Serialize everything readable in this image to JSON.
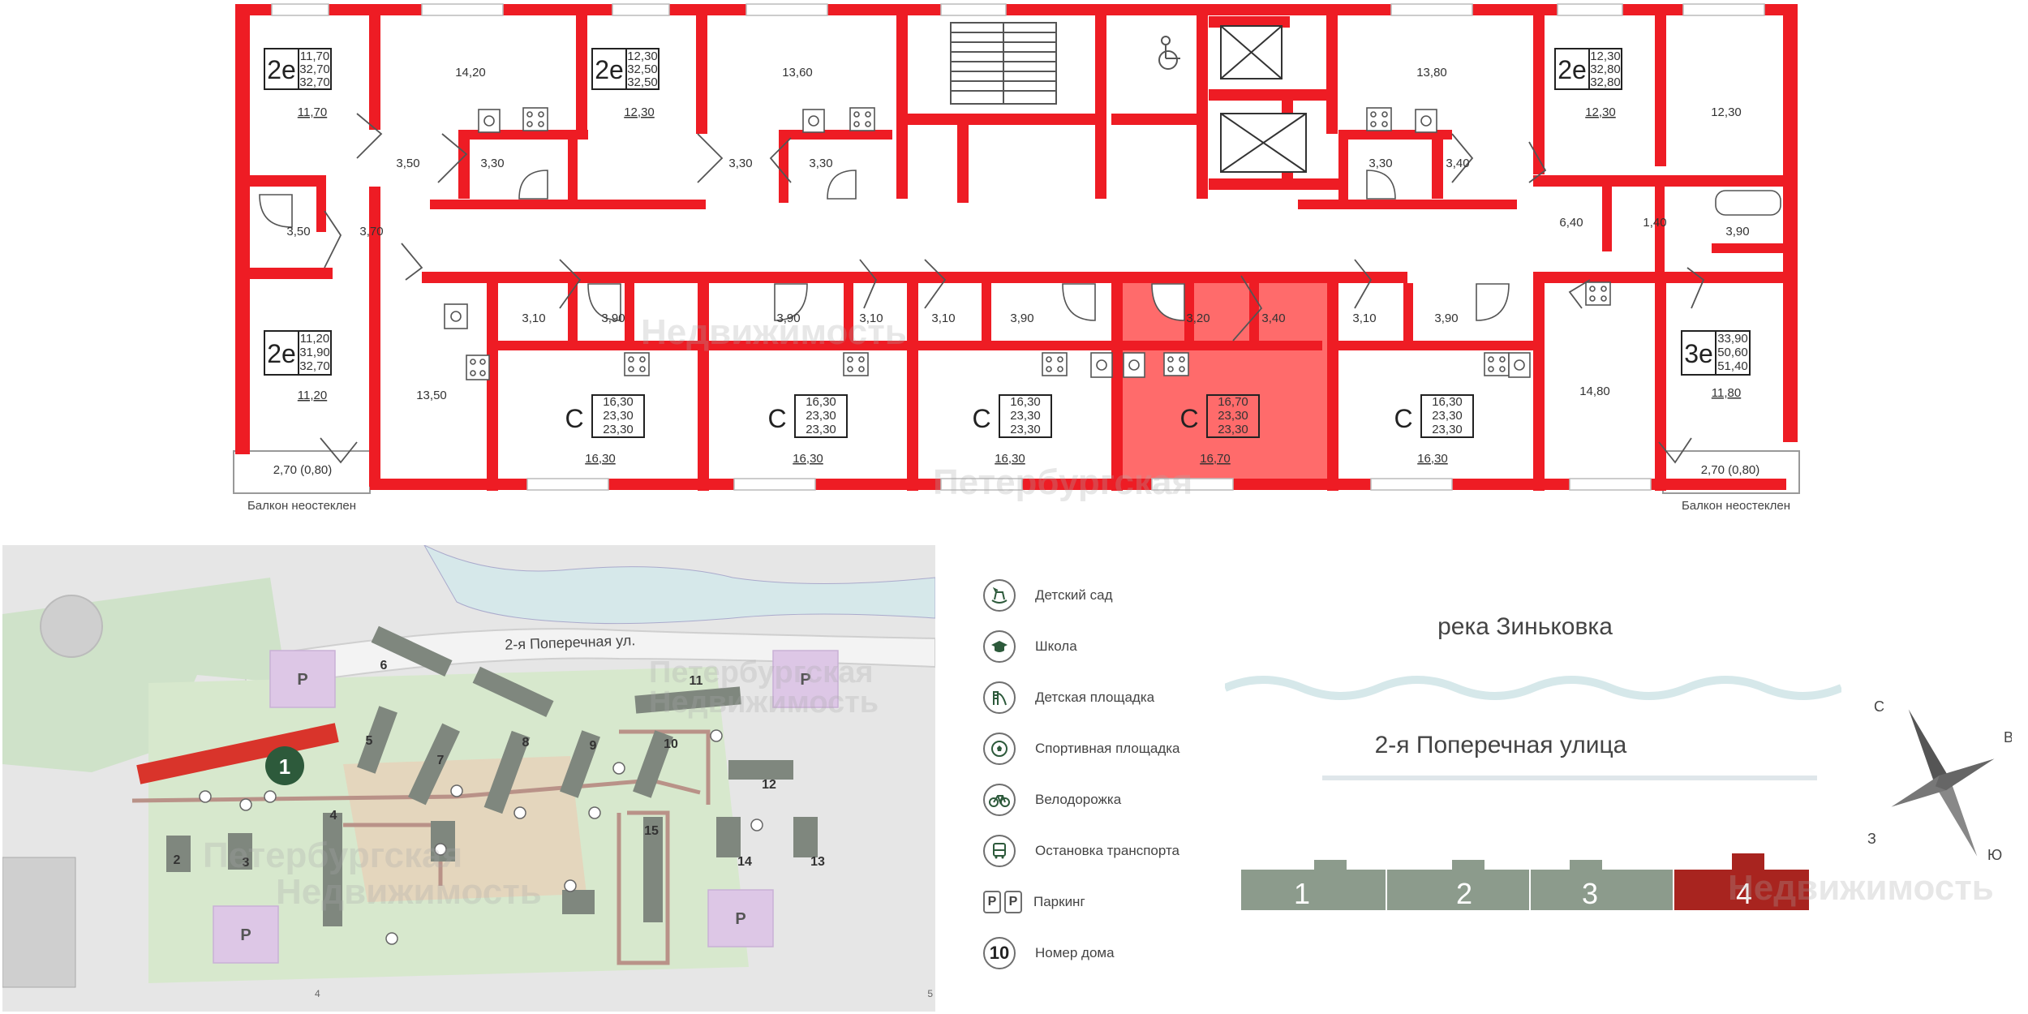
{
  "colors": {
    "wall": "#ee1c24",
    "selected_fill": "#ff6b6b",
    "park_green": "#cfe2c9",
    "building_gray": "#7f877e",
    "selected_section": "#a8241f",
    "section_gray": "#8c9b8c",
    "parking_purple": "#ddc7e6",
    "road_gray": "#e2e2e2",
    "river": "#d6e8ea"
  },
  "floor_plan": {
    "apartments": [
      {
        "type": "2е",
        "areas": [
          "11,70",
          "32,70",
          "32,70"
        ],
        "room_area": "11,70"
      },
      {
        "type": "2е",
        "areas": [
          "12,30",
          "32,50",
          "32,50"
        ],
        "room_area": "12,30"
      },
      {
        "type": "2е",
        "areas": [
          "12,30",
          "32,80",
          "32,80"
        ],
        "room_area": "12,30"
      },
      {
        "type": "2е",
        "areas": [
          "11,20",
          "31,90",
          "32,70"
        ],
        "room_area": "11,20"
      },
      {
        "type": "3е",
        "areas": [
          "33,90",
          "50,60",
          "51,40"
        ],
        "room_area": "11,80"
      },
      {
        "type": "С",
        "areas": [
          "16,30",
          "23,30",
          "23,30"
        ],
        "room_area": "16,30"
      },
      {
        "type": "С",
        "areas": [
          "16,30",
          "23,30",
          "23,30"
        ],
        "room_area": "16,30"
      },
      {
        "type": "С",
        "areas": [
          "16,30",
          "23,30",
          "23,30"
        ],
        "room_area": "16,30"
      },
      {
        "type": "С",
        "areas": [
          "16,70",
          "23,30",
          "23,30"
        ],
        "room_area": "16,70"
      },
      {
        "type": "С",
        "areas": [
          "16,30",
          "23,30",
          "23,30"
        ],
        "room_area": "16,30"
      }
    ],
    "rooms": {
      "top_kitchen_1": "14,20",
      "top_kitchen_2": "13,60",
      "top_kitchen_3": "13,80",
      "top_room_right": "12,30",
      "hall_1": "3,50",
      "bath_1": "3,30",
      "hall_2": "3,30",
      "bath_2": "3,30",
      "bath_3": "3,30",
      "hall_3": "3,40",
      "left_bath": "3,50",
      "left_hall": "3,70",
      "right_hall": "6,40",
      "right_wc": "1,40",
      "right_bath": "3,90",
      "c1_hall": "3,10",
      "c1_bath": "3,90",
      "c2_bath": "3,90",
      "c2_hall": "3,10",
      "c3_hall": "3,10",
      "c3_bath": "3,90",
      "c4_bath": "3,20",
      "c4_hall": "3,40",
      "c5_hall": "3,10",
      "c5_bath": "3,90",
      "kitchen_left_bottom": "13,50",
      "kitchen_right_bottom": "14,80",
      "balcony_left": "2,70 (0,80)",
      "balcony_right": "2,70 (0,80)"
    },
    "balcony_note_left": "Балкон неостеклен",
    "balcony_note_right": "Балкон неостеклен"
  },
  "site_map": {
    "street": "2-я Поперечная ул.",
    "building_numbers": [
      "1",
      "2",
      "3",
      "4",
      "5",
      "6",
      "7",
      "8",
      "9",
      "10",
      "11",
      "12",
      "13",
      "14",
      "15"
    ],
    "parking_label": "P",
    "grid_labels": [
      "4",
      "5"
    ]
  },
  "legend": [
    {
      "icon": "rocking-horse-icon",
      "label": "Детский сад"
    },
    {
      "icon": "graduation-cap-icon",
      "label": "Школа"
    },
    {
      "icon": "slide-icon",
      "label": "Детская площадка"
    },
    {
      "icon": "ball-icon",
      "label": "Спортивная площадка"
    },
    {
      "icon": "bicycle-icon",
      "label": "Велодорожка"
    },
    {
      "icon": "bus-icon",
      "label": "Остановка транспорта"
    },
    {
      "icon": "parking-icon",
      "label": "Паркинг"
    },
    {
      "icon": "number-badge-icon",
      "label": "Номер дома",
      "number": "10"
    }
  ],
  "orientation": {
    "river": "река Зиньковка",
    "street": "2-я Поперечная улица",
    "sections": [
      "1",
      "2",
      "3",
      "4"
    ],
    "selected_section": "4"
  },
  "compass": {
    "n": "С",
    "e": "В",
    "s": "Ю",
    "w": "З"
  },
  "watermark": {
    "line1": "Петербургская",
    "line2": "Недвижимость"
  }
}
